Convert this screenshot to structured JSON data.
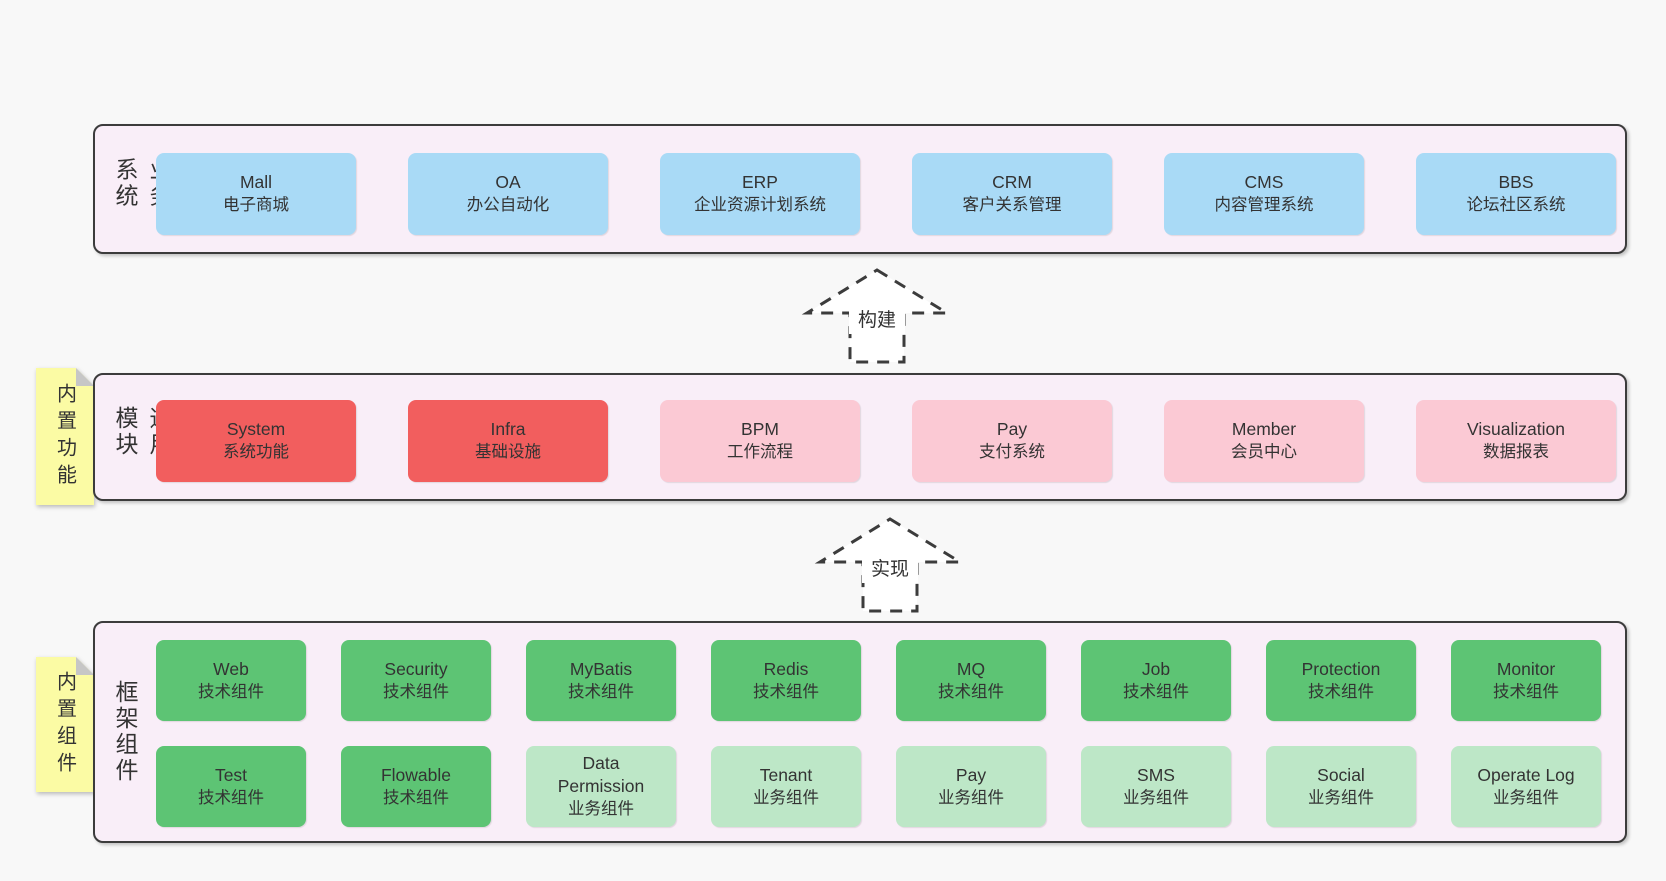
{
  "diagram": {
    "colors": {
      "blue": "#a9daf6",
      "red": "#f25e5e",
      "pink": "#fbc9d4",
      "green": "#5dc474",
      "green_light": "#bde7c7",
      "band_bg": "#f9eef8",
      "sticky": "#fbfba4"
    },
    "arrows": [
      {
        "label": "构建"
      },
      {
        "label": "实现"
      }
    ],
    "bands": [
      {
        "title": "业务系统",
        "boxes": [
          {
            "name": "Mall",
            "desc": "电子商城"
          },
          {
            "name": "OA",
            "desc": "办公自动化"
          },
          {
            "name": "ERP",
            "desc": "企业资源计划系统"
          },
          {
            "name": "CRM",
            "desc": "客户关系管理"
          },
          {
            "name": "CMS",
            "desc": "内容管理系统"
          },
          {
            "name": "BBS",
            "desc": "论坛社区系统"
          }
        ]
      },
      {
        "title": "通用模块",
        "sticky": "内置功能",
        "boxes": [
          {
            "name": "System",
            "desc": "系统功能"
          },
          {
            "name": "Infra",
            "desc": "基础设施"
          },
          {
            "name": "BPM",
            "desc": "工作流程"
          },
          {
            "name": "Pay",
            "desc": "支付系统"
          },
          {
            "name": "Member",
            "desc": "会员中心"
          },
          {
            "name": "Visualization",
            "desc": "数据报表"
          }
        ]
      },
      {
        "title": "框架组件",
        "sticky": "内置组件",
        "row1": [
          {
            "name": "Web",
            "desc": "技术组件"
          },
          {
            "name": "Security",
            "desc": "技术组件"
          },
          {
            "name": "MyBatis",
            "desc": "技术组件"
          },
          {
            "name": "Redis",
            "desc": "技术组件"
          },
          {
            "name": "MQ",
            "desc": "技术组件"
          },
          {
            "name": "Job",
            "desc": "技术组件"
          },
          {
            "name": "Protection",
            "desc": "技术组件"
          },
          {
            "name": "Monitor",
            "desc": "技术组件"
          }
        ],
        "row2": [
          {
            "name": "Test",
            "desc": "技术组件"
          },
          {
            "name": "Flowable",
            "desc": "技术组件"
          },
          {
            "name": "Data\nPermission",
            "desc": "业务组件"
          },
          {
            "name": "Tenant",
            "desc": "业务组件"
          },
          {
            "name": "Pay",
            "desc": "业务组件"
          },
          {
            "name": "SMS",
            "desc": "业务组件"
          },
          {
            "name": "Social",
            "desc": "业务组件"
          },
          {
            "name": "Operate Log",
            "desc": "业务组件"
          }
        ]
      }
    ]
  }
}
